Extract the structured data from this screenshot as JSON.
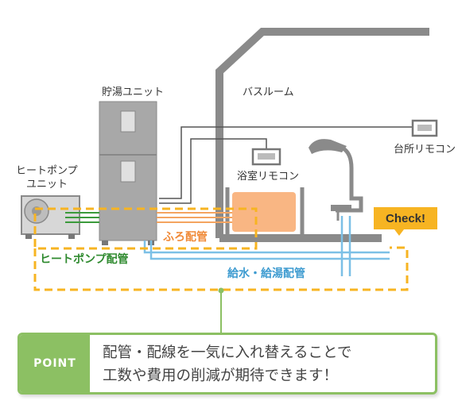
{
  "labels": {
    "storage_unit": "貯湯ユニット",
    "bathroom": "バスルーム",
    "kitchen_remote": "台所リモコン",
    "bath_remote": "浴室リモコン",
    "heat_pump_line1": "ヒートポンプ",
    "heat_pump_line2": "ユニット",
    "furo_pipe": "ふろ配管",
    "heat_pump_pipe": "ヒートポンプ配管",
    "water_pipe": "給水・給湯配管"
  },
  "check_badge": "Check!",
  "point": {
    "tag": "POINT",
    "line1": "配管・配線を一気に入れ替えることで",
    "line2": "工数や費用の削減が期待できます！"
  },
  "colors": {
    "gray": "#8a8a8a",
    "green": "#2f8a2f",
    "orange": "#f08a38",
    "blue": "#7cc0e6",
    "yellow": "#f7b422",
    "point_green": "#8cc063",
    "bath_water": "#f9b683"
  }
}
